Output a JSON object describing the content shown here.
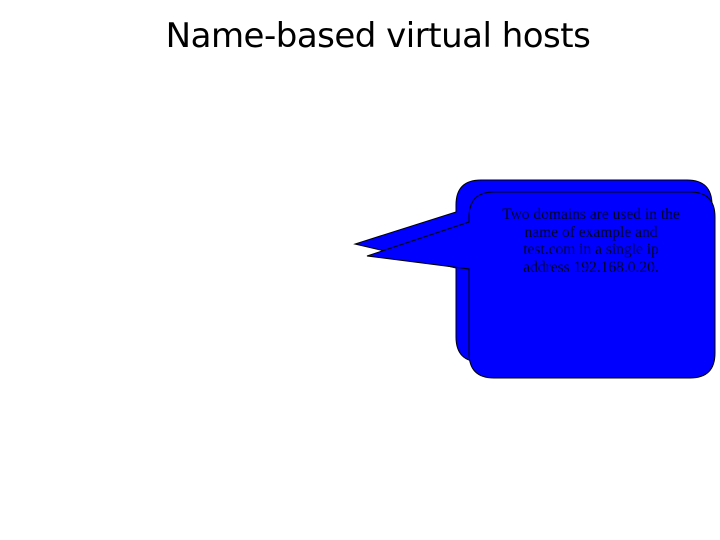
{
  "slide": {
    "title": "Name-based virtual hosts",
    "callout": {
      "text_lines": [
        "Two domains are used in the",
        "name of example and",
        "test.com in a single ip",
        "address 192.168.0.20."
      ],
      "fill_color": "#0000ff",
      "stroke_color": "#000000"
    }
  }
}
